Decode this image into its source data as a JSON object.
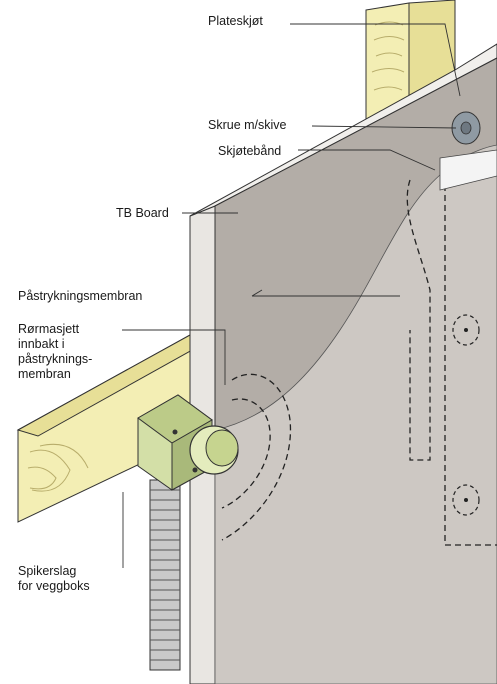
{
  "labels": {
    "plateskjot": "Plateskjøt",
    "skrue": "Skrue m/skive",
    "skjoteband": "Skjøtebånd",
    "tb_board": "TB Board",
    "membran": "Påstrykningsmembran",
    "rormasjett": "Rørmasjett\ninnbakt i\npåstryknings-\nmembran",
    "spikerslag": "Spikerslag\nfor veggboks"
  },
  "colors": {
    "board_face": "#b3ada7",
    "board_edge": "#e9e6e2",
    "membrane": "#cdc8c3",
    "timber": "#f3eeb4",
    "timber_dark": "#e7df97",
    "box_green": "#d3dfa7",
    "box_green_dark": "#a9b97a",
    "screw": "#8f9aa3",
    "line": "#333333",
    "dashed": "#222222",
    "tape": "#f4f4f4",
    "conduit": "#c9c9c9"
  }
}
